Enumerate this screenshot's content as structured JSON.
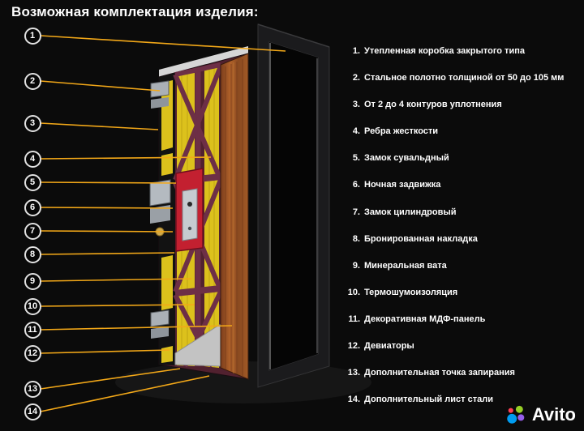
{
  "title": "Возможная комплектация изделия:",
  "items": [
    {
      "marker": "1",
      "num": "1.",
      "text": "Утепленная коробка закрытого типа"
    },
    {
      "marker": "2",
      "num": "2.",
      "text": "Стальное полотно толщиной от 50 до 105 мм"
    },
    {
      "marker": "3",
      "num": "3.",
      "text": "От 2 до 4 контуров уплотнения"
    },
    {
      "marker": "4",
      "num": "4.",
      "text": "Ребра жесткости"
    },
    {
      "marker": "5",
      "num": "5.",
      "text": "Замок сувальдный"
    },
    {
      "marker": "6",
      "num": "6.",
      "text": "Ночная задвижка"
    },
    {
      "marker": "7",
      "num": "7.",
      "text": "Замок цилиндровый"
    },
    {
      "marker": "8",
      "num": "8.",
      "text": "Бронированная накладка"
    },
    {
      "marker": "9",
      "num": "9.",
      "text": "Минеральная вата"
    },
    {
      "marker": "10",
      "num": "10.",
      "text": "Термошумоизоляция"
    },
    {
      "marker": "11",
      "num": "11.",
      "text": "Декоративная МДФ-панель"
    },
    {
      "marker": "12",
      "num": "12.",
      "text": "Девиаторы"
    },
    {
      "marker": "13",
      "num": "13.",
      "text": "Дополнительная точка запирания"
    },
    {
      "marker": "14",
      "num": "14.",
      "text": "Дополнительный лист стали"
    }
  ],
  "colors": {
    "callout_line": "#f3a818",
    "insulation_yellow": "#dcc11c",
    "panel_maroon": "#51212f",
    "rib_maroon": "#6d2f46",
    "lock_red": "#c32030",
    "steel_gray": "#c3c3c3",
    "wood_brown": "#a25a26"
  },
  "watermark": {
    "brand": "Avito",
    "dot_colors": [
      "#ff4053",
      "#97cf26",
      "#009cf0",
      "#965eeb"
    ]
  }
}
